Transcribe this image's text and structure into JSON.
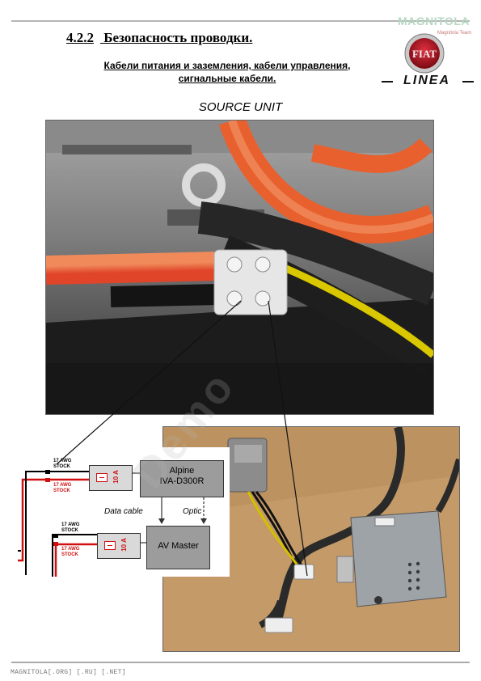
{
  "header": {
    "section_number": "4.2.2",
    "section_title": "Безопасность проводки.",
    "subtitle": "Кабели питания и заземления, кабели управления, сигнальные кабели.",
    "site_watermark": "MAGNITOLA",
    "team_label": "Magnitola Team",
    "brand_logo_text": "FIAT",
    "brand_model": "LINEA"
  },
  "caption": "SOURCE UNIT",
  "diagram": {
    "wire_black_label": "17 AWG STOCK",
    "wire_red_label": "17 AWG STOCK",
    "wire_black_label_2": "17 AWG STOCK",
    "wire_red_label_2": "17 AWG STOCK",
    "fuse_1": "10 A",
    "fuse_2": "10 A",
    "device_1_line1": "Alpine",
    "device_1_line2": "IVA-D300R",
    "device_2": "AV Master",
    "data_cable_label": "Data cable",
    "optic_label": "Optic"
  },
  "watermark": "Demo",
  "footer": {
    "text": "MAGNITOLA[.ORG] [.RU] [.NET]"
  },
  "colors": {
    "wire_red": "#d01010",
    "logo_red": "#b0121e",
    "box_grey": "#9c9c9c"
  }
}
